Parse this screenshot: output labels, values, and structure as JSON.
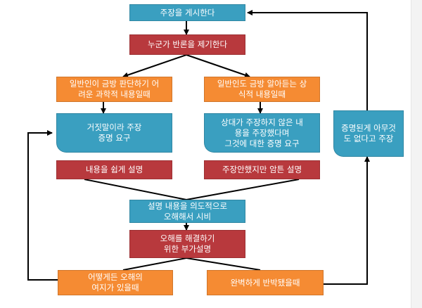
{
  "colors": {
    "blue": "#3a9fc0",
    "red": "#b8393d",
    "orange": "#f58b33",
    "line": "#000000"
  },
  "nodes": {
    "post_claim": "주장을 게시한다",
    "rebuttal": "누군가 반론을 제기한다",
    "hard_content": "일반인이 금방 판단하기 어\n려운 과학적 내용일때",
    "easy_content": "일반인도 금방 알아듣는 상\n식적 내용일때",
    "demand_proof": "거짓말이라 주장\n증명 요구",
    "strawman": "상대가 주장하지 않은 내\n용을 주장했다며\n그것에 대한 증명 요구",
    "explain_easy": "내용을 쉽게 설명",
    "explain_implied": "주장안했지만 암튼 설명",
    "misread": "설명 내용을 의도적으로\n오해해서 시비",
    "extra_explain": "오해를 해결하기\n위한 부가설명",
    "room_for_misread": "어떻게든 오해의\n여지가 있을때",
    "fully_refuted": "완벽하게 반박됐을때",
    "no_proof_claim": "증명된게 아무것\n도 없다고 주장"
  }
}
